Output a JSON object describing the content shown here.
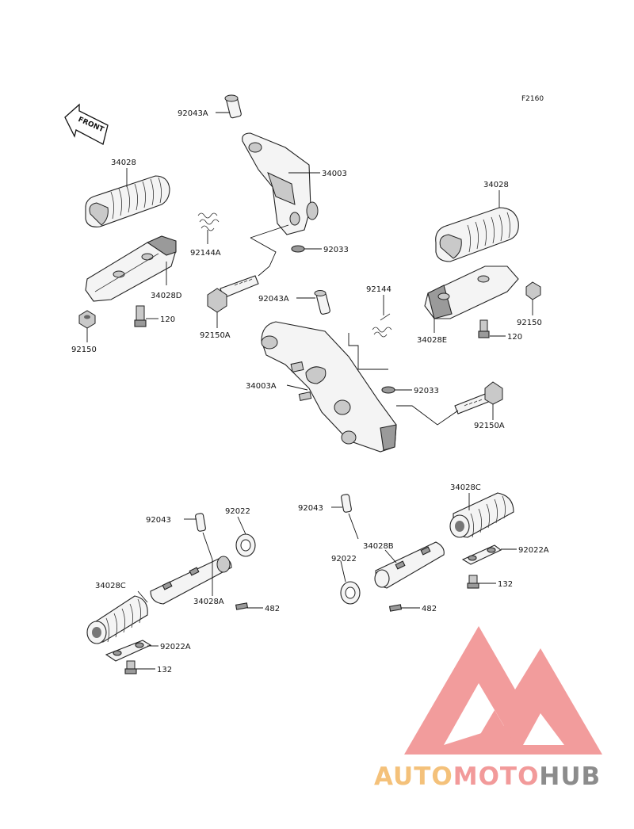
{
  "figure_code": "F2160",
  "front_arrow_label": "FRONT",
  "watermark": {
    "part1": "AUTO",
    "part2": "MOTO",
    "part3": "HUB",
    "color_triangle": "#f08b8b",
    "color_auto": "#f4c17a",
    "color_moto": "#f29a9a",
    "color_hub": "#8c8c8c"
  },
  "labels": {
    "p92043A_top": "92043A",
    "p34003": "34003",
    "p34028_left": "34028",
    "p92144A": "92144A",
    "p92033_top": "92033",
    "p34028D": "34028D",
    "p120_left": "120",
    "p92150_left": "92150",
    "p92150A_left": "92150A",
    "p92043A_mid": "92043A",
    "p92144": "92144",
    "p34028_right": "34028",
    "p92150_right": "92150",
    "p34028E": "34028E",
    "p120_right": "120",
    "p34003A": "34003A",
    "p92033_mid": "92033",
    "p92150A_right": "92150A",
    "p92043_left": "92043",
    "p92022_left": "92022",
    "p34028C_left": "34028C",
    "p34028A": "34028A",
    "p482_left": "482",
    "p92022A_left": "92022A",
    "p132_left": "132",
    "p92043_right": "92043",
    "p34028C_right": "34028C",
    "p34028B": "34028B",
    "p92022_right": "92022",
    "p92022A_right": "92022A",
    "p132_right": "132",
    "p482_right": "482"
  }
}
